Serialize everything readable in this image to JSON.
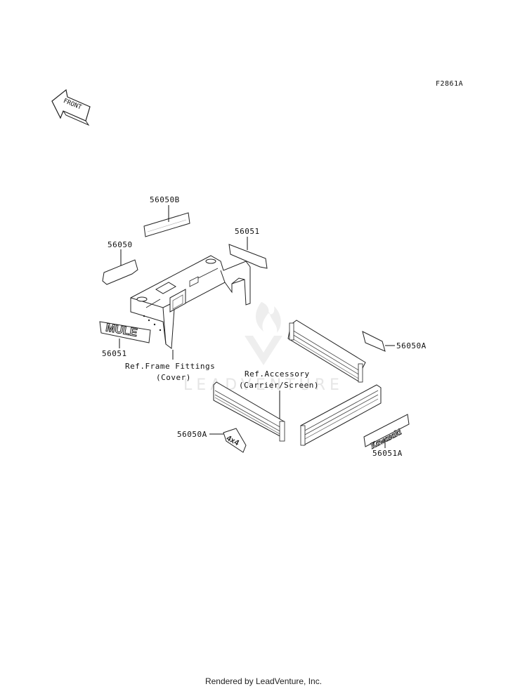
{
  "figure_code": "F2861A",
  "front_arrow_label": "FRONT",
  "watermark": "LEADVENTURE",
  "decal_text": {
    "mule": "MULE",
    "kawasaki": "Kawasaki",
    "four_by_four": "4x4"
  },
  "callouts": {
    "c56050B": "56050B",
    "c56050": "56050",
    "c56051_top": "56051",
    "c56051_left": "56051",
    "c56050A_right": "56050A",
    "c56050A_bottom": "56050A",
    "c56051A": "56051A"
  },
  "references": {
    "frame_line1": "Ref.Frame Fittings",
    "frame_line2": "(Cover)",
    "accessory_line1": "Ref.Accessory",
    "accessory_line2": "(Carrier/Screen)"
  },
  "footer": "Rendered by LeadVenture, Inc."
}
